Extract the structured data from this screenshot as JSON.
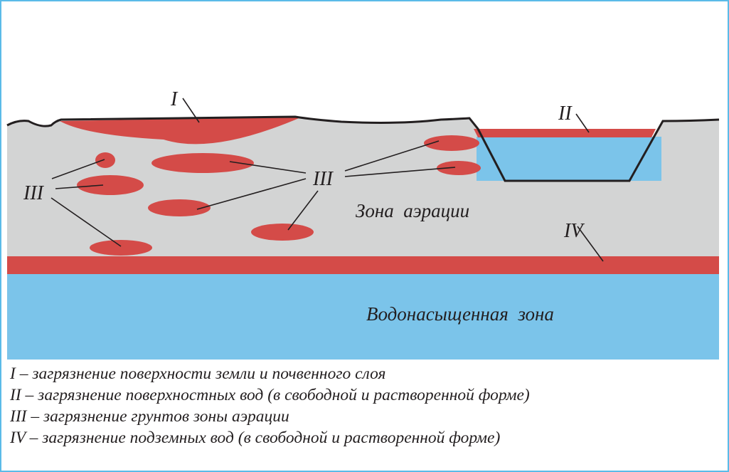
{
  "colors": {
    "contamination": "#d44b48",
    "soil": "#d3d4d4",
    "water": "#7bc4ea",
    "frame": "#5bbbe8",
    "line": "#231f20"
  },
  "labels": {
    "i": "I",
    "ii": "II",
    "iii_left": "III",
    "iii_center": "III",
    "iv": "IV",
    "aeration_zone": "Зона  аэрации",
    "saturated_zone": "Водонасыщенная  зона"
  },
  "legend": [
    "I – загрязнение поверхности земли и почвенного слоя",
    "II – загрязнение поверхностных вод (в свободной и растворенной форме)",
    "III – загрязнение грунтов зоны аэрации",
    "IV – загрязнение подземных вод (в свободной и растворенной форме)"
  ]
}
